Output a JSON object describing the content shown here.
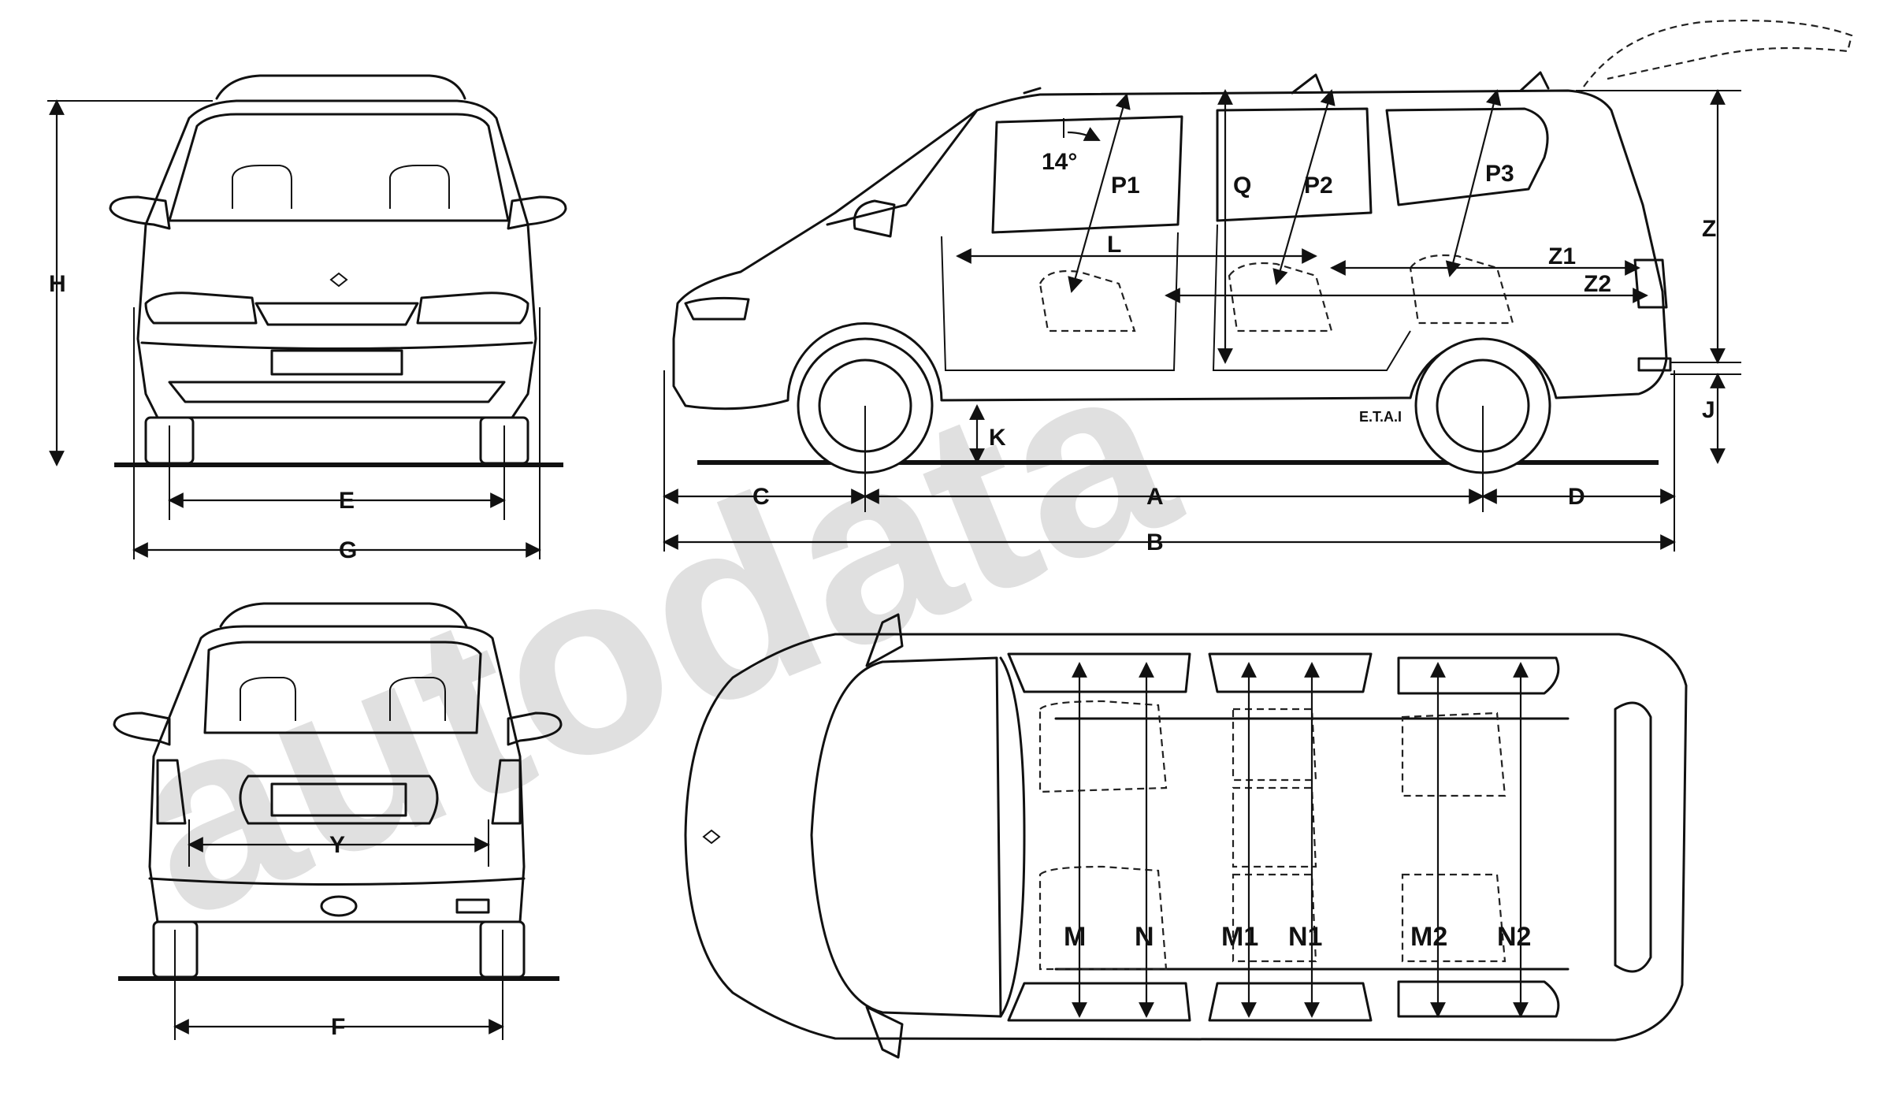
{
  "diagram": {
    "angle_label": "14°",
    "badge_text": "E.T.A.I",
    "watermark_text": "autodata",
    "front_view": {
      "height_label": "H",
      "track_label": "E",
      "width_label": "G"
    },
    "side_view": {
      "wheelbase_label": "A",
      "length_label": "B",
      "front_overhang_label": "C",
      "rear_overhang_label": "D",
      "clearance_label": "K",
      "rear_sill_label": "J",
      "interior_height_label": "Z",
      "interior_length_labels": [
        "L",
        "Z1",
        "Z2"
      ],
      "seat_labels": [
        "P1",
        "Q",
        "P2",
        "P3"
      ]
    },
    "rear_view": {
      "width_label": "Y",
      "track_label": "F"
    },
    "top_view": {
      "width_labels": [
        "M",
        "N",
        "M1",
        "N1",
        "M2",
        "N2"
      ]
    }
  },
  "colors": {
    "line": "#111111",
    "background": "#ffffff",
    "watermark": "#c8c8c8"
  }
}
